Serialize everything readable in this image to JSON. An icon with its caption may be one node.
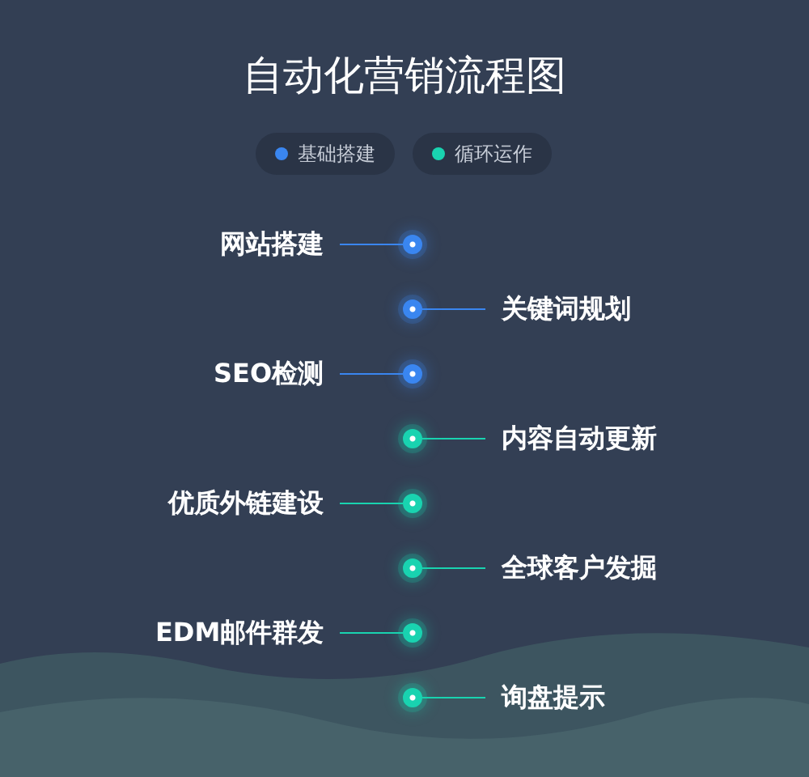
{
  "diagram": {
    "title": "自动化营销流程图",
    "nodes": [
      {
        "text": [
          "网站搭建"
        ]
      },
      {
        "text": [],
        "shape": "circle"
      },
      {
        "text": [
          "关键词规划"
        ]
      },
      {
        "text": [],
        "shape": "circle"
      },
      {
        "text": [
          "SEO检测"
        ]
      },
      {
        "text": [],
        "shape": "circle"
      },
      {
        "text": [
          "内容自动更新"
        ]
      },
      {
        "text": [],
        "shape": "circle"
      },
      {
        "text": [
          "优质外链建设"
        ]
      },
      {
        "text": [],
        "shape": "circle"
      },
      {
        "text": [
          "全球客户发掘"
        ]
      },
      {
        "text": [],
        "shape": "circle"
      },
      {
        "text": [
          "EDM邮件群发"
        ]
      },
      {
        "text": [],
        "shape": "circle"
      },
      {
        "text": [
          "询盘提示"
        ]
      },
      {
        "text": [],
        "shape": "circle"
      }
    ],
    "edges": [
      {
        "from": 0,
        "to": 1,
        "arrow": "none",
        "color": "#3a86f0"
      },
      {
        "from": 2,
        "to": 3,
        "arrow": "none",
        "color": "#3a86f0"
      },
      {
        "from": 4,
        "to": 5,
        "arrow": "none",
        "color": "#3a86f0"
      },
      {
        "from": 6,
        "to": 7,
        "arrow": "none"
      },
      {
        "from": 8,
        "to": 9,
        "arrow": "none"
      },
      {
        "from": 10,
        "to": 11,
        "arrow": "none"
      },
      {
        "from": 12,
        "to": 13,
        "arrow": "none"
      },
      {
        "from": 14,
        "to": 15,
        "arrow": "none"
      }
    ],
    "legend": [
      {
        "text": "基础搭建",
        "color": "#3a86f0"
      },
      {
        "text": "循环运作",
        "color": "#19d3b0"
      }
    ]
  }
}
